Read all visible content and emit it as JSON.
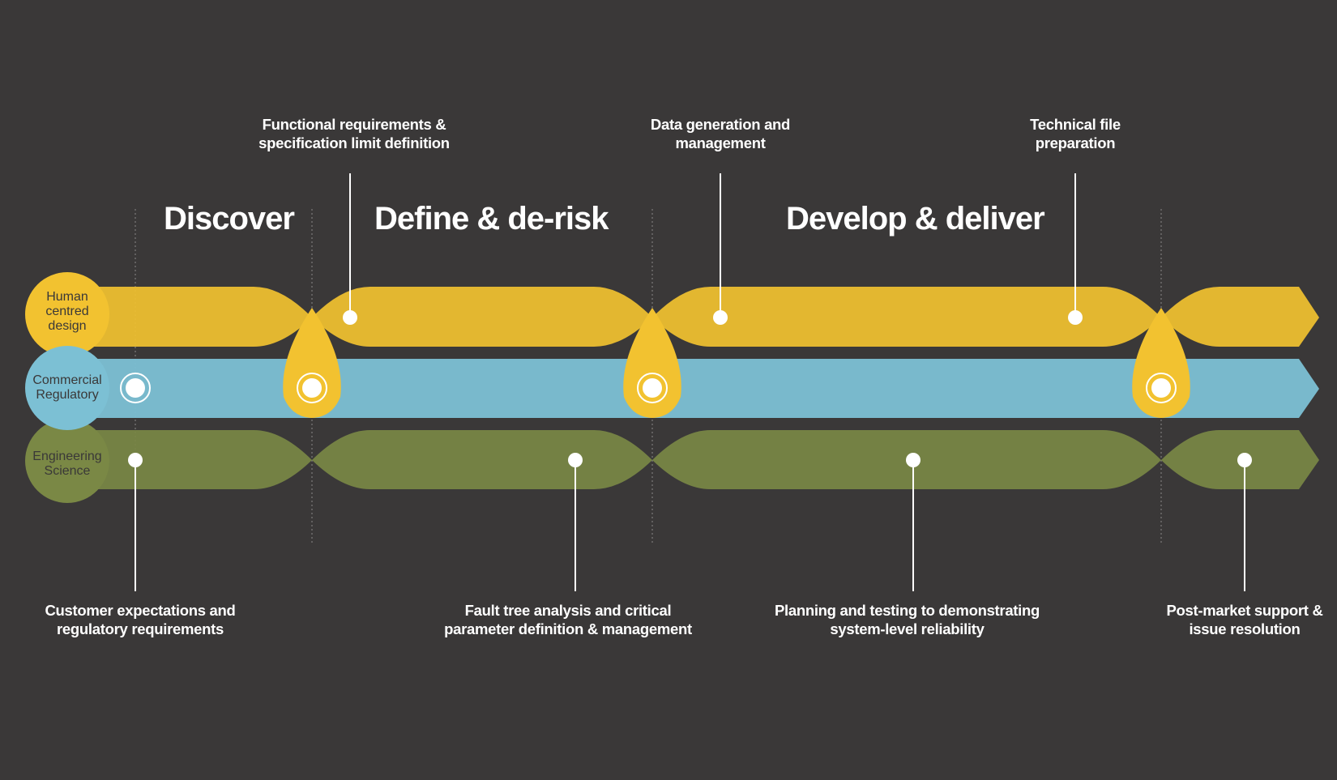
{
  "lanes": [
    {
      "id": "human",
      "label_lines": [
        "Human",
        "centred",
        "design"
      ],
      "color": "#f2c230"
    },
    {
      "id": "commercial",
      "label_lines": [
        "Commercial",
        "Regulatory"
      ],
      "color": "#7cc0d4"
    },
    {
      "id": "engineering",
      "label_lines": [
        "Engineering",
        "Science"
      ],
      "color": "#7a8845"
    }
  ],
  "phases": [
    {
      "id": "discover",
      "title": "Discover"
    },
    {
      "id": "define",
      "title": "Define & de-risk"
    },
    {
      "id": "develop",
      "title": "Develop & deliver"
    }
  ],
  "top_callouts": [
    {
      "id": "functional-requirements",
      "lines": [
        "Functional requirements &",
        "specification limit definition"
      ]
    },
    {
      "id": "data-generation",
      "lines": [
        "Data generation and",
        "management"
      ]
    },
    {
      "id": "technical-file",
      "lines": [
        "Technical file",
        "preparation"
      ]
    }
  ],
  "bottom_callouts": [
    {
      "id": "customer-expectations",
      "lines": [
        "Customer expectations and",
        "regulatory requirements"
      ]
    },
    {
      "id": "fault-tree",
      "lines": [
        "Fault tree analysis and critical",
        "parameter definition & management"
      ]
    },
    {
      "id": "planning-testing",
      "lines": [
        "Planning and testing to demonstrating",
        "system-level reliability"
      ]
    },
    {
      "id": "post-market",
      "lines": [
        "Post-market support &",
        "issue resolution"
      ]
    }
  ],
  "colors": {
    "background": "#3a3838",
    "yellow": "#f2c230",
    "blue": "#7cc0d4",
    "green": "#7a8845",
    "text": "#ffffff"
  }
}
